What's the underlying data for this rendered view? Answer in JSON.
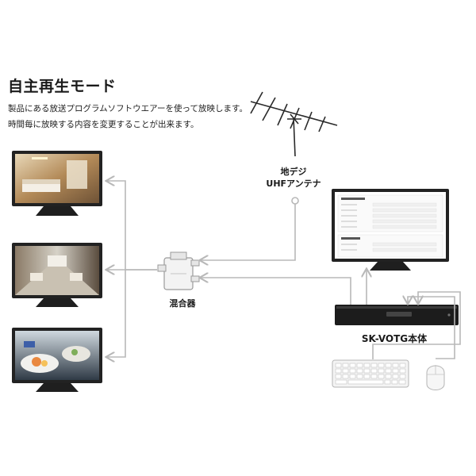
{
  "title": "自主再生モード",
  "description": [
    "製品にある放送プログラムソフトウエアーを使って放映します。",
    "時間毎に放映する内容を変更することが出来ます。"
  ],
  "antenna": {
    "label_line1": "地デジ",
    "label_line2": "UHFアンテナ"
  },
  "mixer_label": "混合器",
  "main_unit_label": "SK-VOTG本体",
  "colors": {
    "line": "#b8b8b8",
    "device": "#1c1c1c",
    "screen_bezel": "#2a2a2a"
  },
  "icons": [
    "tv-monitor-icon",
    "antenna-icon",
    "mixer-icon",
    "keyboard-icon",
    "mouse-icon"
  ]
}
